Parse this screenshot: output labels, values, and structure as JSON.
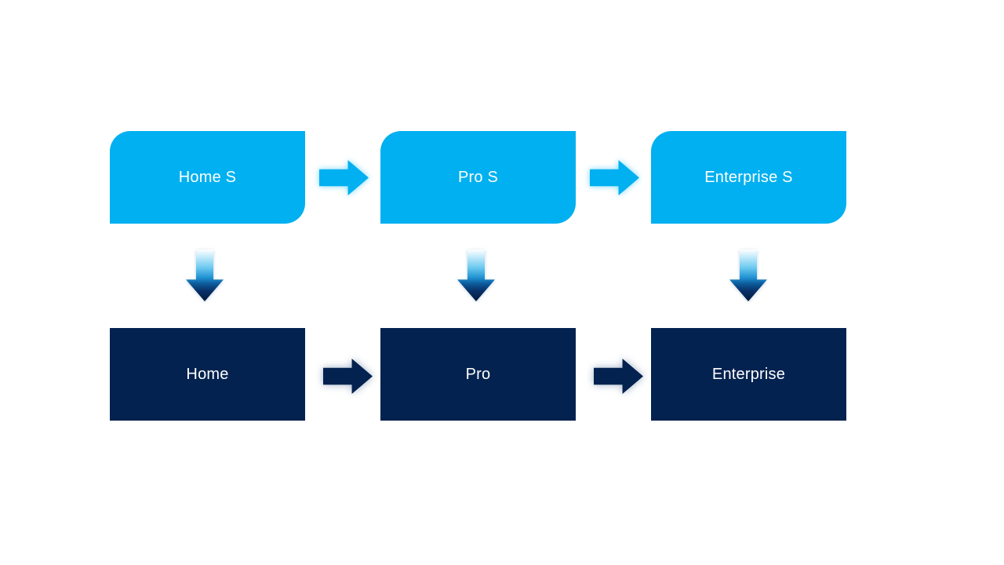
{
  "diagram": {
    "background": "#FFFFFF",
    "colors": {
      "background": "#FFFFFF",
      "light_blue": "#00B0F0",
      "dark_navy": "#03224F",
      "label_text": "#FFFFFF",
      "light_arrow_glow": "#7AD6F7",
      "dark_arrow_glow": "#9FB0C6"
    },
    "vertical_arrow_gradient": [
      "#FFFFFF",
      "#BFE9FA",
      "#6CC9F0",
      "#1E8FD0",
      "#0D5A9B",
      "#083066",
      "#021A3D"
    ],
    "columns": [
      {
        "top_label": "Home S",
        "bottom_label": "Home"
      },
      {
        "top_label": "Pro S",
        "bottom_label": "Pro"
      },
      {
        "top_label": "Enterprise S",
        "bottom_label": "Enterprise"
      }
    ],
    "icons": {
      "horizontal_arrow": "arrow-right-icon",
      "vertical_arrow": "arrow-down-icon"
    }
  }
}
